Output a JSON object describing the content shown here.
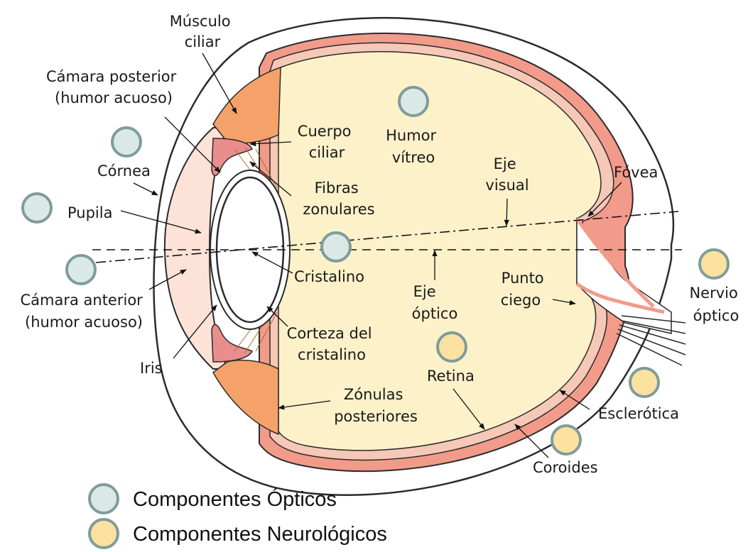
{
  "colors": {
    "optical": "#dbe9e6",
    "neuro": "#fbe2a0",
    "marker_stroke": "#7f9c9b",
    "sclera": "#ffffff",
    "choroid": "#f29b8a",
    "retina": "#f6c8b7",
    "vitreous": "#fdf1c9",
    "ciliary": "#f4a26a",
    "cornea_fill": "#fde2d8",
    "outline": "#2b2b2b"
  },
  "labels": {
    "musculo_ciliar": [
      "Músculo",
      "ciliar"
    ],
    "camara_posterior": [
      "Cámara posterior",
      "(humor acuoso)"
    ],
    "cornea": "Córnea",
    "pupila": "Pupila",
    "camara_anterior": [
      "Cámara anterior",
      "(humor acuoso)"
    ],
    "iris": "Iris",
    "cuerpo_ciliar": [
      "Cuerpo",
      "ciliar"
    ],
    "fibras_zonulares": [
      "Fibras",
      "zonulares"
    ],
    "cristalino": "Cristalino",
    "corteza": [
      "Corteza del",
      "cristalino"
    ],
    "zonulas": [
      "Zónulas",
      "posteriores"
    ],
    "humor_vitreo": [
      "Humor",
      "vítreo"
    ],
    "eje_visual": [
      "Eje",
      "visual"
    ],
    "eje_optico": [
      "Eje",
      "óptico"
    ],
    "fovea": "Fóvea",
    "punto_ciego": [
      "Punto",
      "ciego"
    ],
    "retina": "Retina",
    "nervio_optico": [
      "Nervio",
      "óptico"
    ],
    "esclerotica": "Esclerótica",
    "coroides": "Coroides"
  },
  "legend": {
    "optical": "Componentes Ópticos",
    "neuro": "Componentes Neurológicos"
  }
}
